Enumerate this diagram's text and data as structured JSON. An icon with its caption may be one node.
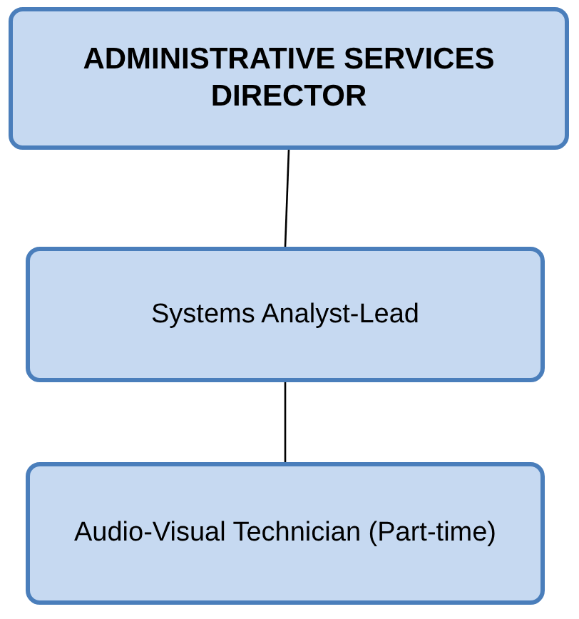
{
  "diagram": {
    "nodes": [
      {
        "text": [
          "ADMINISTRATIVE SERVICES DIRECTOR"
        ]
      },
      {
        "text": [
          "Systems Analyst-Lead"
        ]
      },
      {
        "text": [
          "Audio-Visual Technician (Part-time)"
        ]
      }
    ],
    "edges": [
      {
        "from": 0,
        "to": 1,
        "arrow": "none"
      },
      {
        "from": 1,
        "to": 2,
        "arrow": "none"
      }
    ]
  }
}
